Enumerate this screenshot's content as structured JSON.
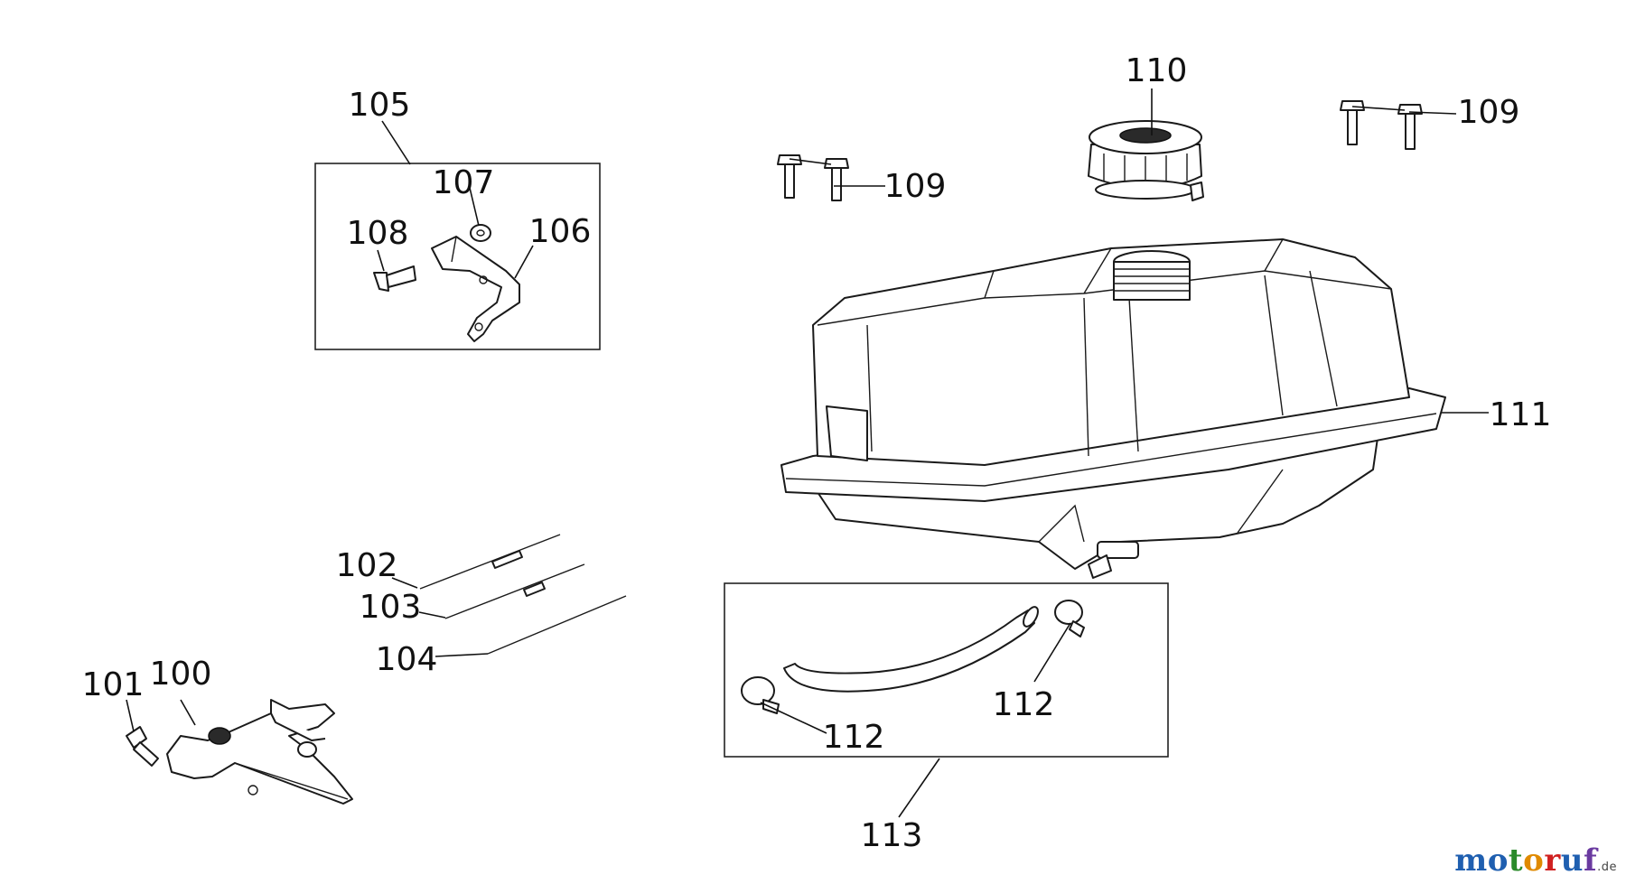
{
  "labels": {
    "l100": "100",
    "l101": "101",
    "l102": "102",
    "l103": "103",
    "l104": "104",
    "l105": "105",
    "l106": "106",
    "l107": "107",
    "l108": "108",
    "l109a": "109",
    "l109b": "109",
    "l110": "110",
    "l111": "111",
    "l112a": "112",
    "l112b": "112",
    "l113": "113"
  },
  "watermark": {
    "text": "motoruf",
    "suffix": ".de",
    "colors": [
      "#1f5fb0",
      "#1f5fb0",
      "#2a8a2a",
      "#e08a00",
      "#d02020",
      "#1f5fb0",
      "#6a3aa0"
    ]
  }
}
